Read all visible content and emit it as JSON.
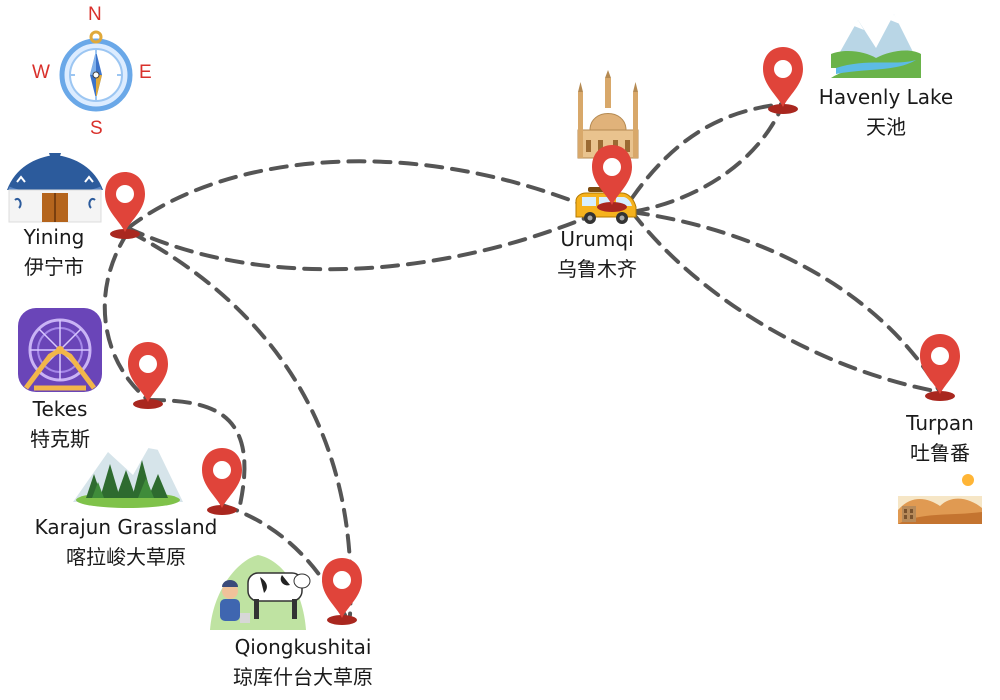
{
  "compass": {
    "north": "N",
    "south": "S",
    "east": "E",
    "west": "W"
  },
  "places": {
    "yining": {
      "en": "Yining",
      "zh": "伊宁市",
      "icon": "yurt-icon"
    },
    "tekes": {
      "en": "Tekes",
      "zh": "特克斯",
      "icon": "ferris-wheel-icon"
    },
    "karajun": {
      "en": "Karajun Grassland",
      "zh": "喀拉峻大草原",
      "icon": "forest-mountain-icon"
    },
    "qiongkushitai": {
      "en": "Qiongkushitai",
      "zh": "琼库什台大草原",
      "icon": "milking-cow-icon"
    },
    "urumqi": {
      "en": "Urumqi",
      "zh": "乌鲁木齐",
      "icon": "mosque-icon"
    },
    "havenly_lake": {
      "en": "Havenly Lake",
      "zh": "天池",
      "icon": "mountain-lake-icon"
    },
    "turpan": {
      "en": "Turpan",
      "zh": "吐鲁番",
      "icon": "desert-icon"
    }
  },
  "colors": {
    "pin": "#e0443a",
    "pin_shadow": "#a9271f",
    "route": "#555555",
    "compass_letters": "#d9302b"
  }
}
